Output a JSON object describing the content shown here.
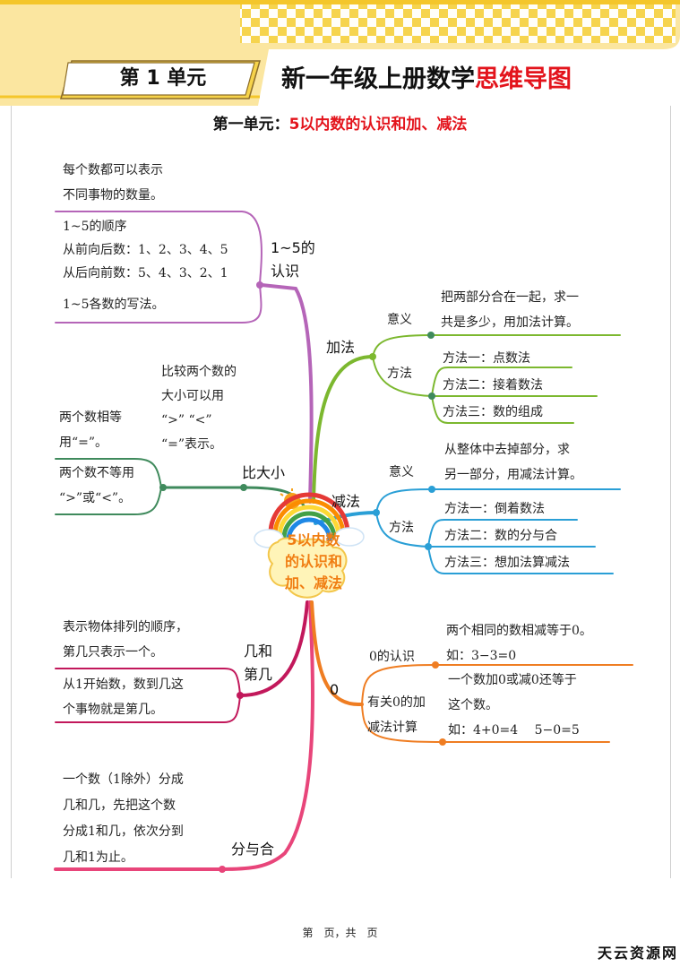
{
  "header": {
    "unit_tag": "第 1 单元",
    "title_main": "新一年级上册数学",
    "title_highlight": "思维导图"
  },
  "subtitle": {
    "prefix": "第一单元：",
    "highlight": "5以内数的认识和加、减法"
  },
  "center": {
    "lines": [
      "5以内数",
      "的认识和",
      "加、减法"
    ],
    "color": "#f07d12"
  },
  "branches": {
    "recognize": {
      "label_line1": "1~5的",
      "label_line2": "认识",
      "color": "#b565b8",
      "notes": [
        [
          "每个数都可以表示",
          "不同事物的数量。"
        ],
        [
          "1~5的顺序",
          "从前向后数：1、2、3、4、5",
          "从后向前数：5、4、3、2、1"
        ],
        [
          "1~5各数的写法。"
        ]
      ]
    },
    "compare": {
      "label": "比大小",
      "color": "#3f8a5c",
      "notes": [
        [
          "比较两个数的",
          "大小可以用",
          "“>” “<”",
          "“=”表示。"
        ],
        [
          "两个数相等",
          "用“=”。"
        ],
        [
          "两个数不等用",
          "“>”或“<”。"
        ]
      ]
    },
    "order": {
      "label_line1": "几和",
      "label_line2": "第几",
      "color": "#c2185b",
      "notes": [
        [
          "表示物体排列的顺序，",
          "第几只表示一个。"
        ],
        [
          "从1开始数，数到几这",
          "个事物就是第几。"
        ]
      ]
    },
    "compose": {
      "label": "分与合",
      "color": "#e8457a",
      "notes": [
        [
          "一个数（1除外）分成",
          "几和几，先把这个数",
          "分成1和几，依次分到",
          "几和1为止。"
        ]
      ]
    },
    "add": {
      "label": "加法",
      "color": "#7cb82f",
      "meaning_label": "意义",
      "meaning": [
        "把两部分合在一起，求一",
        "共是多少，用加法计算。"
      ],
      "method_label": "方法",
      "methods": [
        "方法一：点数法",
        "方法二：接着数法",
        "方法三：数的组成"
      ]
    },
    "subtract": {
      "label": "减法",
      "color": "#2a9fd6",
      "meaning_label": "意义",
      "meaning": [
        "从整体中去掉部分，求",
        "另一部分，用减法计算。"
      ],
      "method_label": "方法",
      "methods": [
        "方法一：倒着数法",
        "方法二：数的分与合",
        "方法三：想加法算减法"
      ]
    },
    "zero": {
      "label": "0",
      "color": "#ef7d22",
      "know_label": "0的认识",
      "know": [
        "两个相同的数相减等于0。",
        "如：3−3=0"
      ],
      "calc_label_line1": "有关0的加",
      "calc_label_line2": "减法计算",
      "calc": [
        "一个数加0或减0还等于",
        "这个数。",
        "如：4+0=4　 5−0=5"
      ]
    }
  },
  "footer": {
    "text": "第　页，共　页"
  },
  "watermark": "天云资源网"
}
